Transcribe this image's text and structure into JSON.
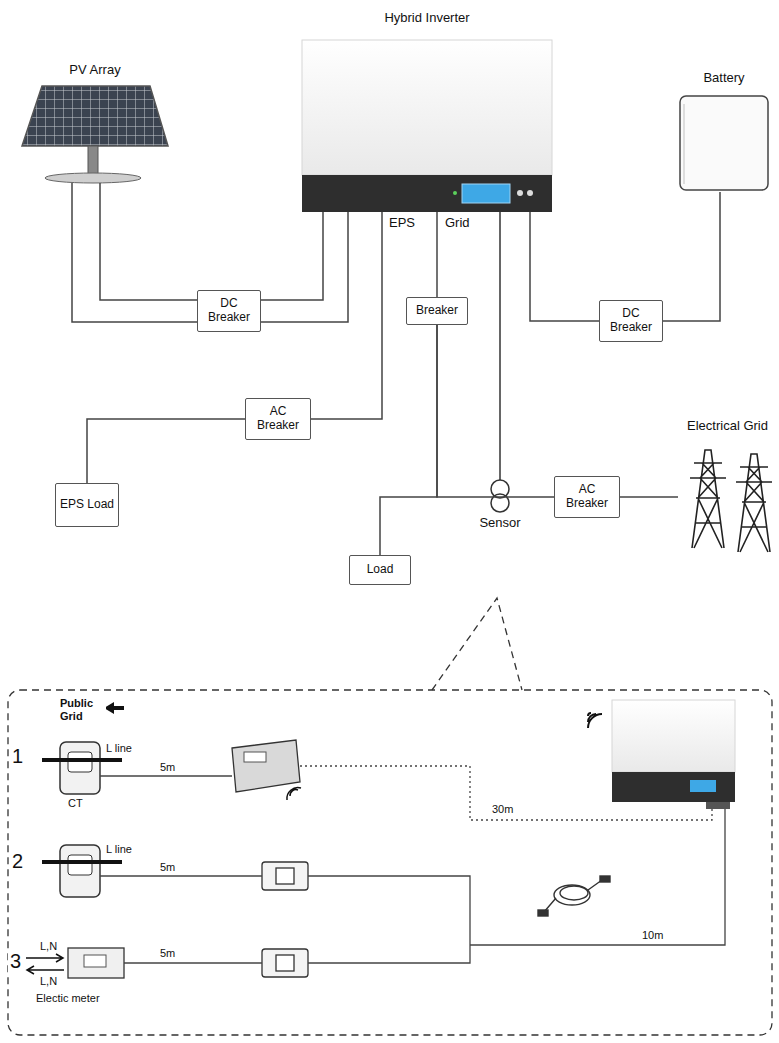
{
  "diagram": {
    "nodes": [
      {
        "text": [
          "PV Array"
        ]
      },
      {
        "text": [
          "Hybrid Inverter"
        ]
      },
      {
        "text": [
          "Battery"
        ]
      },
      {
        "text": [
          "DC Breaker"
        ]
      },
      {
        "text": [
          "DC Breaker"
        ]
      },
      {
        "text": [
          "AC Breaker"
        ]
      },
      {
        "text": [
          "Breaker"
        ]
      },
      {
        "text": [
          "EPS Load"
        ]
      },
      {
        "text": [
          "Load"
        ]
      },
      {
        "text": [
          "AC Breaker"
        ]
      },
      {
        "text": [
          "Electrical Grid"
        ]
      }
    ],
    "edges": [
      {
        "from": 0,
        "to": 3,
        "arrow": "none"
      },
      {
        "from": 3,
        "to": 1,
        "arrow": "none"
      },
      {
        "from": 1,
        "to": 4,
        "arrow": "none"
      },
      {
        "from": 4,
        "to": 2,
        "arrow": "none"
      },
      {
        "from": 1,
        "to": 5,
        "arrow": "none"
      },
      {
        "from": 5,
        "to": 7,
        "arrow": "none"
      },
      {
        "from": 1,
        "to": 6,
        "arrow": "none"
      },
      {
        "from": 6,
        "to": 8,
        "arrow": "none"
      },
      {
        "from": 6,
        "to": 9,
        "arrow": "none"
      },
      {
        "from": 9,
        "to": 10,
        "arrow": "none"
      }
    ],
    "labels": [
      "EPS",
      "Grid",
      "Sensor",
      "Public Grid",
      "1",
      "L line",
      "CT",
      "5m",
      "30m",
      "2",
      "L line",
      "5m",
      "10m",
      "3",
      "L,N",
      "L,N",
      "Electic meter",
      "5m"
    ]
  }
}
